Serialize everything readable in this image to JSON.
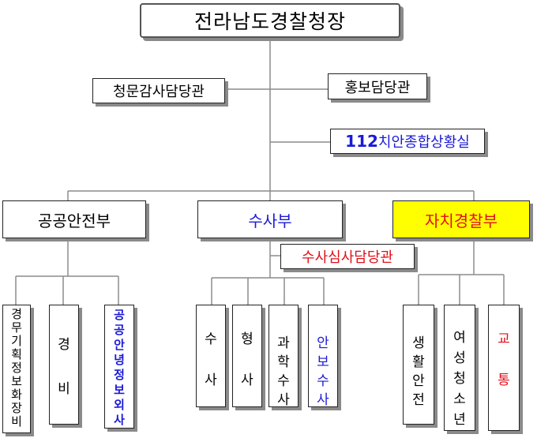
{
  "colors": {
    "line": "#8c8c8c",
    "box_border": "#222222",
    "shadow": "#8a8a8a",
    "blue": "#1a1ad6",
    "red": "#e0101a",
    "highlight": "#ffff00"
  },
  "top": {
    "label": "전라남도경찰청장"
  },
  "staff": {
    "audit": "청문감사담당관",
    "pr": "홍보담당관",
    "situation_num": "112",
    "situation_rest": "치안종합상황실"
  },
  "bureaus": {
    "public": "공공안전부",
    "investigation": "수사부",
    "autonomous": "자치경찰부"
  },
  "review": {
    "label": "수사심사담당관"
  },
  "units": {
    "planning": [
      "경",
      "무",
      "기",
      "획",
      "정",
      "보",
      "화",
      "장",
      "비"
    ],
    "guard": [
      "경",
      "",
      "비"
    ],
    "public_info": [
      "공",
      "공",
      "안",
      "녕",
      "정",
      "보",
      "외",
      "사"
    ],
    "crime": [
      "수",
      "",
      "사"
    ],
    "criminal": [
      "형",
      "",
      "사"
    ],
    "science": [
      "과",
      "학",
      "수",
      "사"
    ],
    "security": [
      "안",
      "보",
      "수",
      "사"
    ],
    "life": [
      "생",
      "활",
      "안",
      "전"
    ],
    "women": [
      "여",
      "성",
      "청",
      "소",
      "년"
    ],
    "traffic": [
      "교",
      "",
      "통"
    ]
  }
}
